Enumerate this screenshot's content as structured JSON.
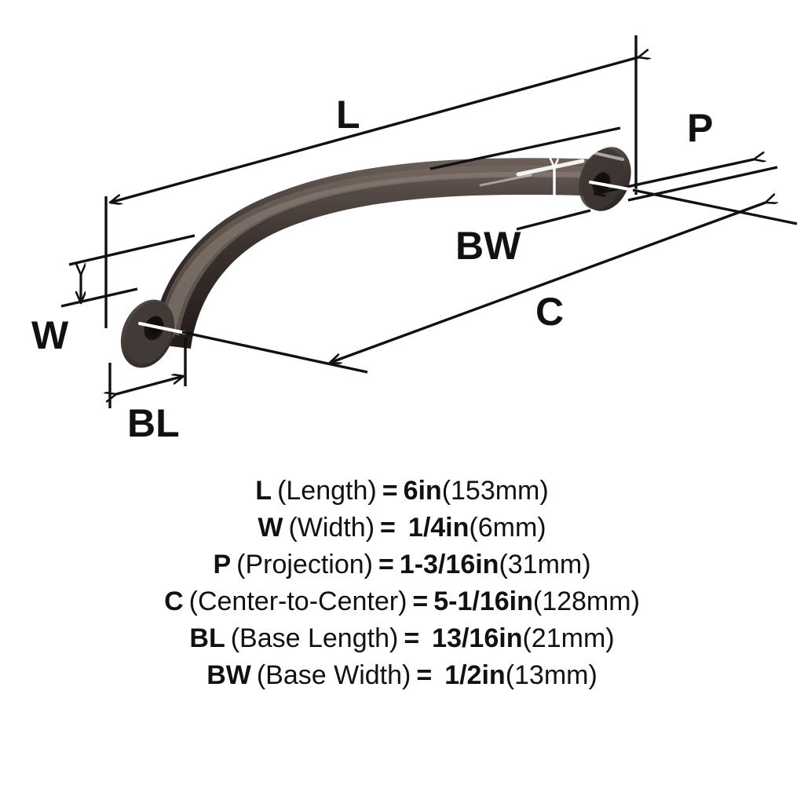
{
  "product": {
    "type": "arched cabinet pull handle",
    "finish_color": "#3b332f",
    "base_color": "#413b37",
    "hole_color": "#17100e",
    "line_color": "#111111",
    "highlight_color": "#ffffff"
  },
  "diagram": {
    "callouts": [
      {
        "key": "L",
        "label": "L",
        "meaning": "Length"
      },
      {
        "key": "W",
        "label": "W",
        "meaning": "Width"
      },
      {
        "key": "P",
        "label": "P",
        "meaning": "Projection"
      },
      {
        "key": "C",
        "label": "C",
        "meaning": "Center-to-Center"
      },
      {
        "key": "BL",
        "label": "BL",
        "meaning": "Base Length"
      },
      {
        "key": "BW",
        "label": "BW",
        "meaning": "Base Width"
      }
    ]
  },
  "specs": [
    {
      "code": "L",
      "name": "(Length)",
      "eq": "=",
      "value": "6in",
      "metric": "(153mm)"
    },
    {
      "code": "W",
      "name": "(Width)",
      "eq": "=",
      "value": "1/4in",
      "metric": "(6mm)"
    },
    {
      "code": "P",
      "name": "(Projection)",
      "eq": "=",
      "value": "1-3/16in",
      "metric": "(31mm)"
    },
    {
      "code": "C",
      "name": "(Center-to-Center)",
      "eq": "=",
      "value": "5-1/16in",
      "metric": "(128mm)"
    },
    {
      "code": "BL",
      "name": "(Base Length)",
      "eq": "=",
      "value": "13/16in",
      "metric": "(21mm)"
    },
    {
      "code": "BW",
      "name": "(Base Width)",
      "eq": "=",
      "value": "1/2in",
      "metric": "(13mm)"
    }
  ]
}
